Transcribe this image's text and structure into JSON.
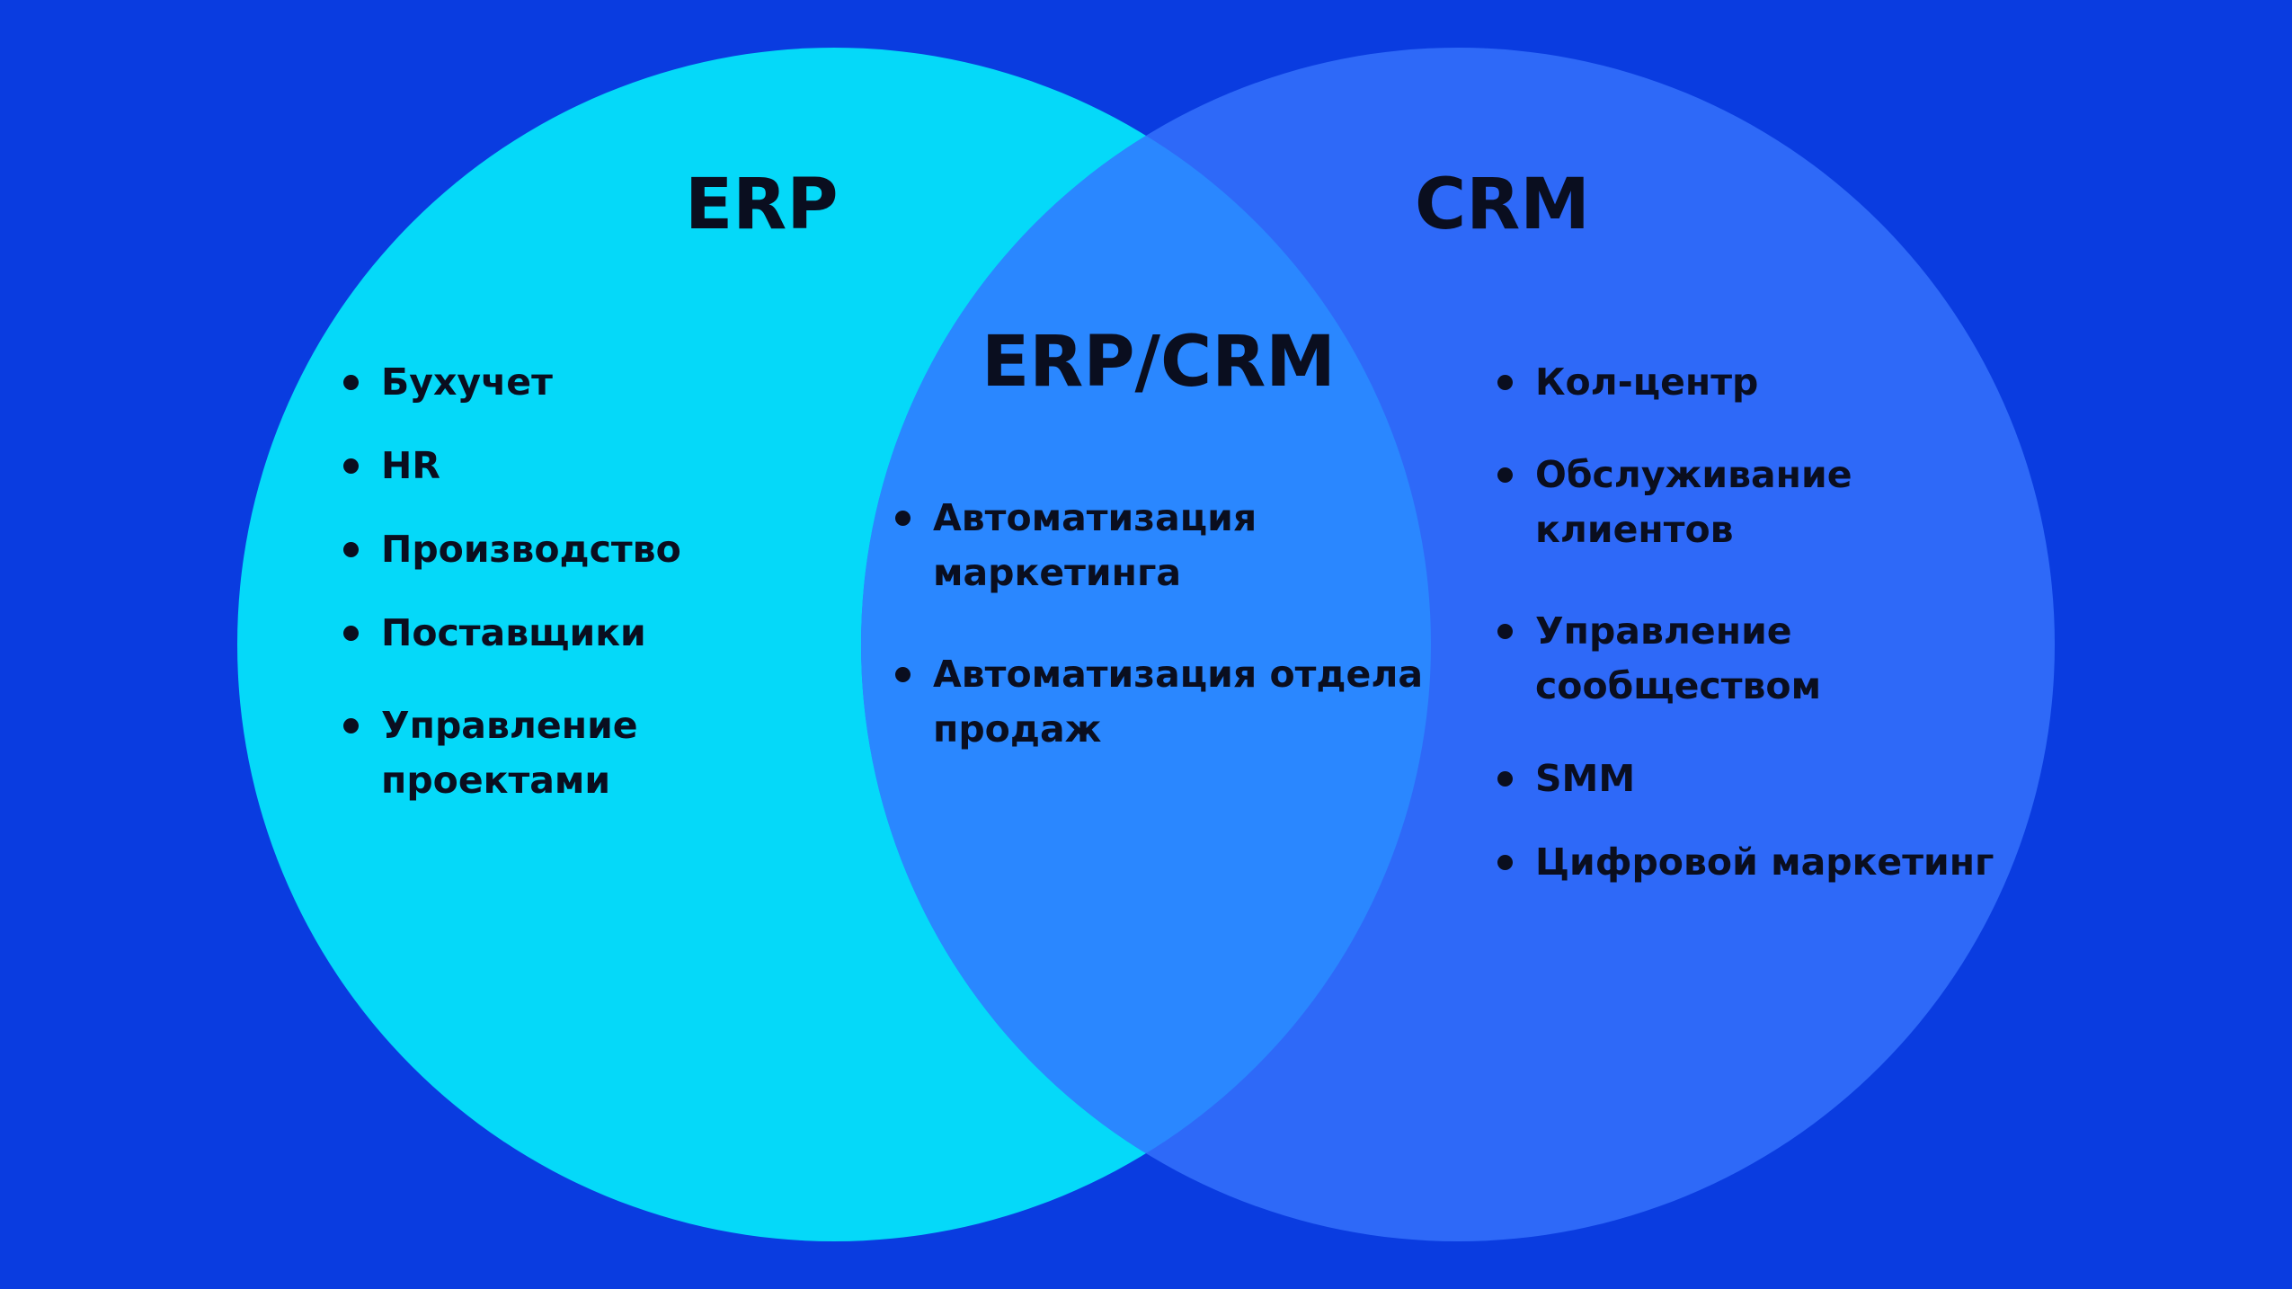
{
  "background_color": "#0a3ce0",
  "circles": {
    "erp_color": "#05d9f9",
    "crm_color": "#2e69f8",
    "overlap_color": "#2a87ff"
  },
  "erp": {
    "title": "ERP",
    "items": [
      "Бухучет",
      "HR",
      "Производство",
      "Поставщики",
      "Управление\nпроектами"
    ]
  },
  "overlap": {
    "title": "ERP/CRM",
    "items": [
      "Автоматизация\nмаркетинга",
      "Автоматизация отдела\nпродаж"
    ]
  },
  "crm": {
    "title": "CRM",
    "items": [
      "Кол-центр",
      "Обслуживание\nклиентов",
      "Управление\nсообществом",
      "SMM",
      "Цифровой маркетинг"
    ]
  }
}
